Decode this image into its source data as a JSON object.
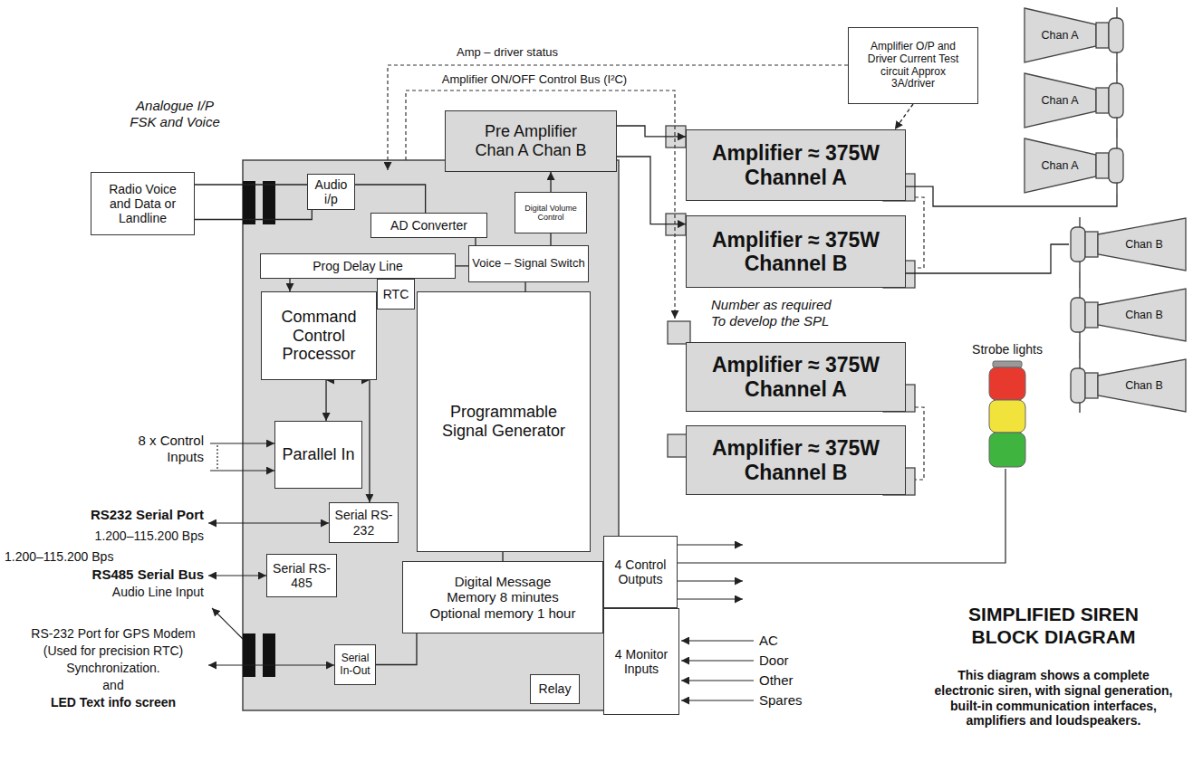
{
  "diagram": {
    "title": "SIMPLIFIED SIREN BLOCK DIAGRAM",
    "caption": "This diagram shows a complete electronic siren, with signal generation, built-in communication interfaces, amplifiers and loudspeakers.",
    "nodes": [
      {
        "text": [
          "Radio Voice and Data or Landline"
        ]
      },
      {
        "text": [
          "Audio i/p"
        ]
      },
      {
        "text": [
          "AD Converter"
        ]
      },
      {
        "text": [
          "Pre Amplifier",
          "Chan A Chan B"
        ]
      },
      {
        "text": [
          "Digital Volume Control"
        ]
      },
      {
        "text": [
          "Prog Delay Line"
        ]
      },
      {
        "text": [
          "Voice – Signal Switch"
        ]
      },
      {
        "text": [
          "RTC"
        ]
      },
      {
        "text": [
          "Command Control Processor"
        ]
      },
      {
        "text": [
          "Programmable Signal Generator"
        ]
      },
      {
        "text": [
          "Parallel In"
        ]
      },
      {
        "text": [
          "Serial RS-232"
        ]
      },
      {
        "text": [
          "Serial RS-485"
        ]
      },
      {
        "text": [
          "Digital Message",
          "Memory 8 minutes",
          "Optional memory 1 hour"
        ]
      },
      {
        "text": [
          "Serial In-Out"
        ]
      },
      {
        "text": [
          "Relay"
        ]
      },
      {
        "text": [
          "4 Control Outputs"
        ]
      },
      {
        "text": [
          "4 Monitor Inputs"
        ]
      },
      {
        "text": [
          "Amplifier ≈ 375W",
          "Channel A"
        ]
      },
      {
        "text": [
          "Amplifier ≈ 375W",
          "Channel B"
        ]
      },
      {
        "text": [
          "Amplifier ≈ 375W",
          "Channel A"
        ]
      },
      {
        "text": [
          "Amplifier ≈ 375W",
          "Channel B"
        ]
      },
      {
        "text": [
          "Amplifier O/P and Driver Current Test circuit Approx 3A/driver"
        ]
      },
      {
        "text": [
          "Chan A"
        ]
      },
      {
        "text": [
          "Chan A"
        ]
      },
      {
        "text": [
          "Chan A"
        ]
      },
      {
        "text": [
          "Chan B"
        ]
      },
      {
        "text": [
          "Chan B"
        ]
      },
      {
        "text": [
          "Chan B"
        ]
      }
    ],
    "edges": [
      {
        "from": 0,
        "to": 1,
        "arrow": "none"
      },
      {
        "from": 0,
        "to": 1,
        "arrow": "none"
      },
      {
        "from": 1,
        "to": 2,
        "arrow": "none"
      },
      {
        "from": 2,
        "to": 6,
        "arrow": "none"
      },
      {
        "from": 5,
        "to": 6,
        "arrow": "none"
      },
      {
        "from": 5,
        "to": 8,
        "arrow": "to"
      },
      {
        "from": 6,
        "to": 4,
        "arrow": "none"
      },
      {
        "from": 4,
        "to": 3,
        "arrow": "to"
      },
      {
        "from": 9,
        "to": 6,
        "arrow": "none"
      },
      {
        "from": 8,
        "to": 10,
        "arrow": "both"
      },
      {
        "from": 8,
        "to": 11,
        "arrow": "both"
      },
      {
        "from": 13,
        "to": 9,
        "arrow": "none"
      },
      {
        "from": 14,
        "to": 13,
        "arrow": "none"
      },
      {
        "from": 3,
        "to": 18,
        "arrow": "to"
      },
      {
        "from": 3,
        "to": 19,
        "arrow": "to"
      },
      {
        "from": 22,
        "to": 18,
        "arrow": "to"
      },
      {
        "from": 18,
        "to": 25,
        "arrow": "none"
      },
      {
        "from": 25,
        "to": 24,
        "arrow": "none"
      },
      {
        "from": 24,
        "to": 23,
        "arrow": "none"
      },
      {
        "from": 19,
        "to": 26,
        "arrow": "none"
      },
      {
        "from": 26,
        "to": 27,
        "arrow": "none"
      },
      {
        "from": 27,
        "to": 28,
        "arrow": "none"
      }
    ],
    "labels": [
      "Amp – driver status",
      "Amplifier ON/OFF Control Bus (I²C)",
      "Analogue I/P FSK and Voice",
      "Number as required To develop the SPL",
      "8 x Control Inputs",
      "RS232 Serial Port",
      "1.200–115.200 Bps",
      "1.200–115.200 Bps",
      "RS485 Serial Bus",
      "Audio Line Input",
      "RS-232 Port for GPS Modem",
      "(Used for precision RTC)",
      "Synchronization.",
      "and",
      "LED Text info screen",
      "Strobe lights",
      "AC",
      "Door",
      "Other",
      "Spares"
    ]
  }
}
